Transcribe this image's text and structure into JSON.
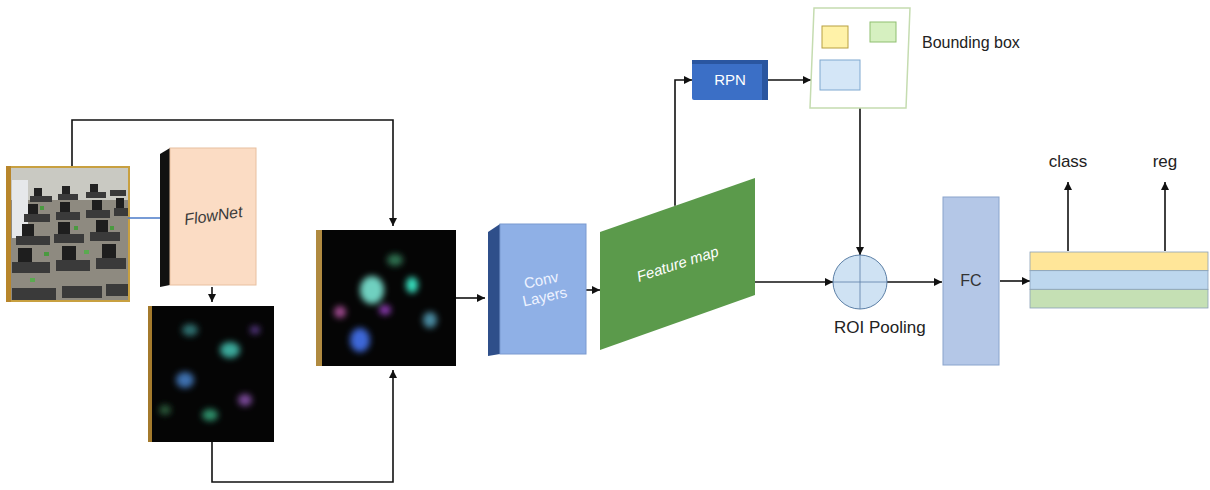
{
  "diagram": {
    "nodes": [
      {
        "text": [
          "FlowNet"
        ]
      },
      {
        "text": [
          "Conv Layers"
        ]
      },
      {
        "text": [
          "Feature map"
        ]
      },
      {
        "text": [
          "RPN"
        ]
      },
      {
        "text": [
          "Bounding box"
        ]
      },
      {
        "text": [
          "ROI Pooling"
        ]
      },
      {
        "text": [
          "FC"
        ]
      },
      {
        "text": [
          "class",
          "reg"
        ]
      }
    ],
    "edges": [
      {
        "from": 1,
        "to": 2,
        "arrow": "to"
      },
      {
        "from": 2,
        "to": 3,
        "arrow": "to"
      },
      {
        "from": 3,
        "to": 4,
        "arrow": "to"
      },
      {
        "from": 4,
        "to": 5,
        "arrow": "to"
      },
      {
        "from": 2,
        "to": 5,
        "arrow": "to"
      },
      {
        "from": 5,
        "to": 6,
        "arrow": "to"
      },
      {
        "from": 6,
        "to": 7,
        "arrow": "to"
      }
    ]
  }
}
